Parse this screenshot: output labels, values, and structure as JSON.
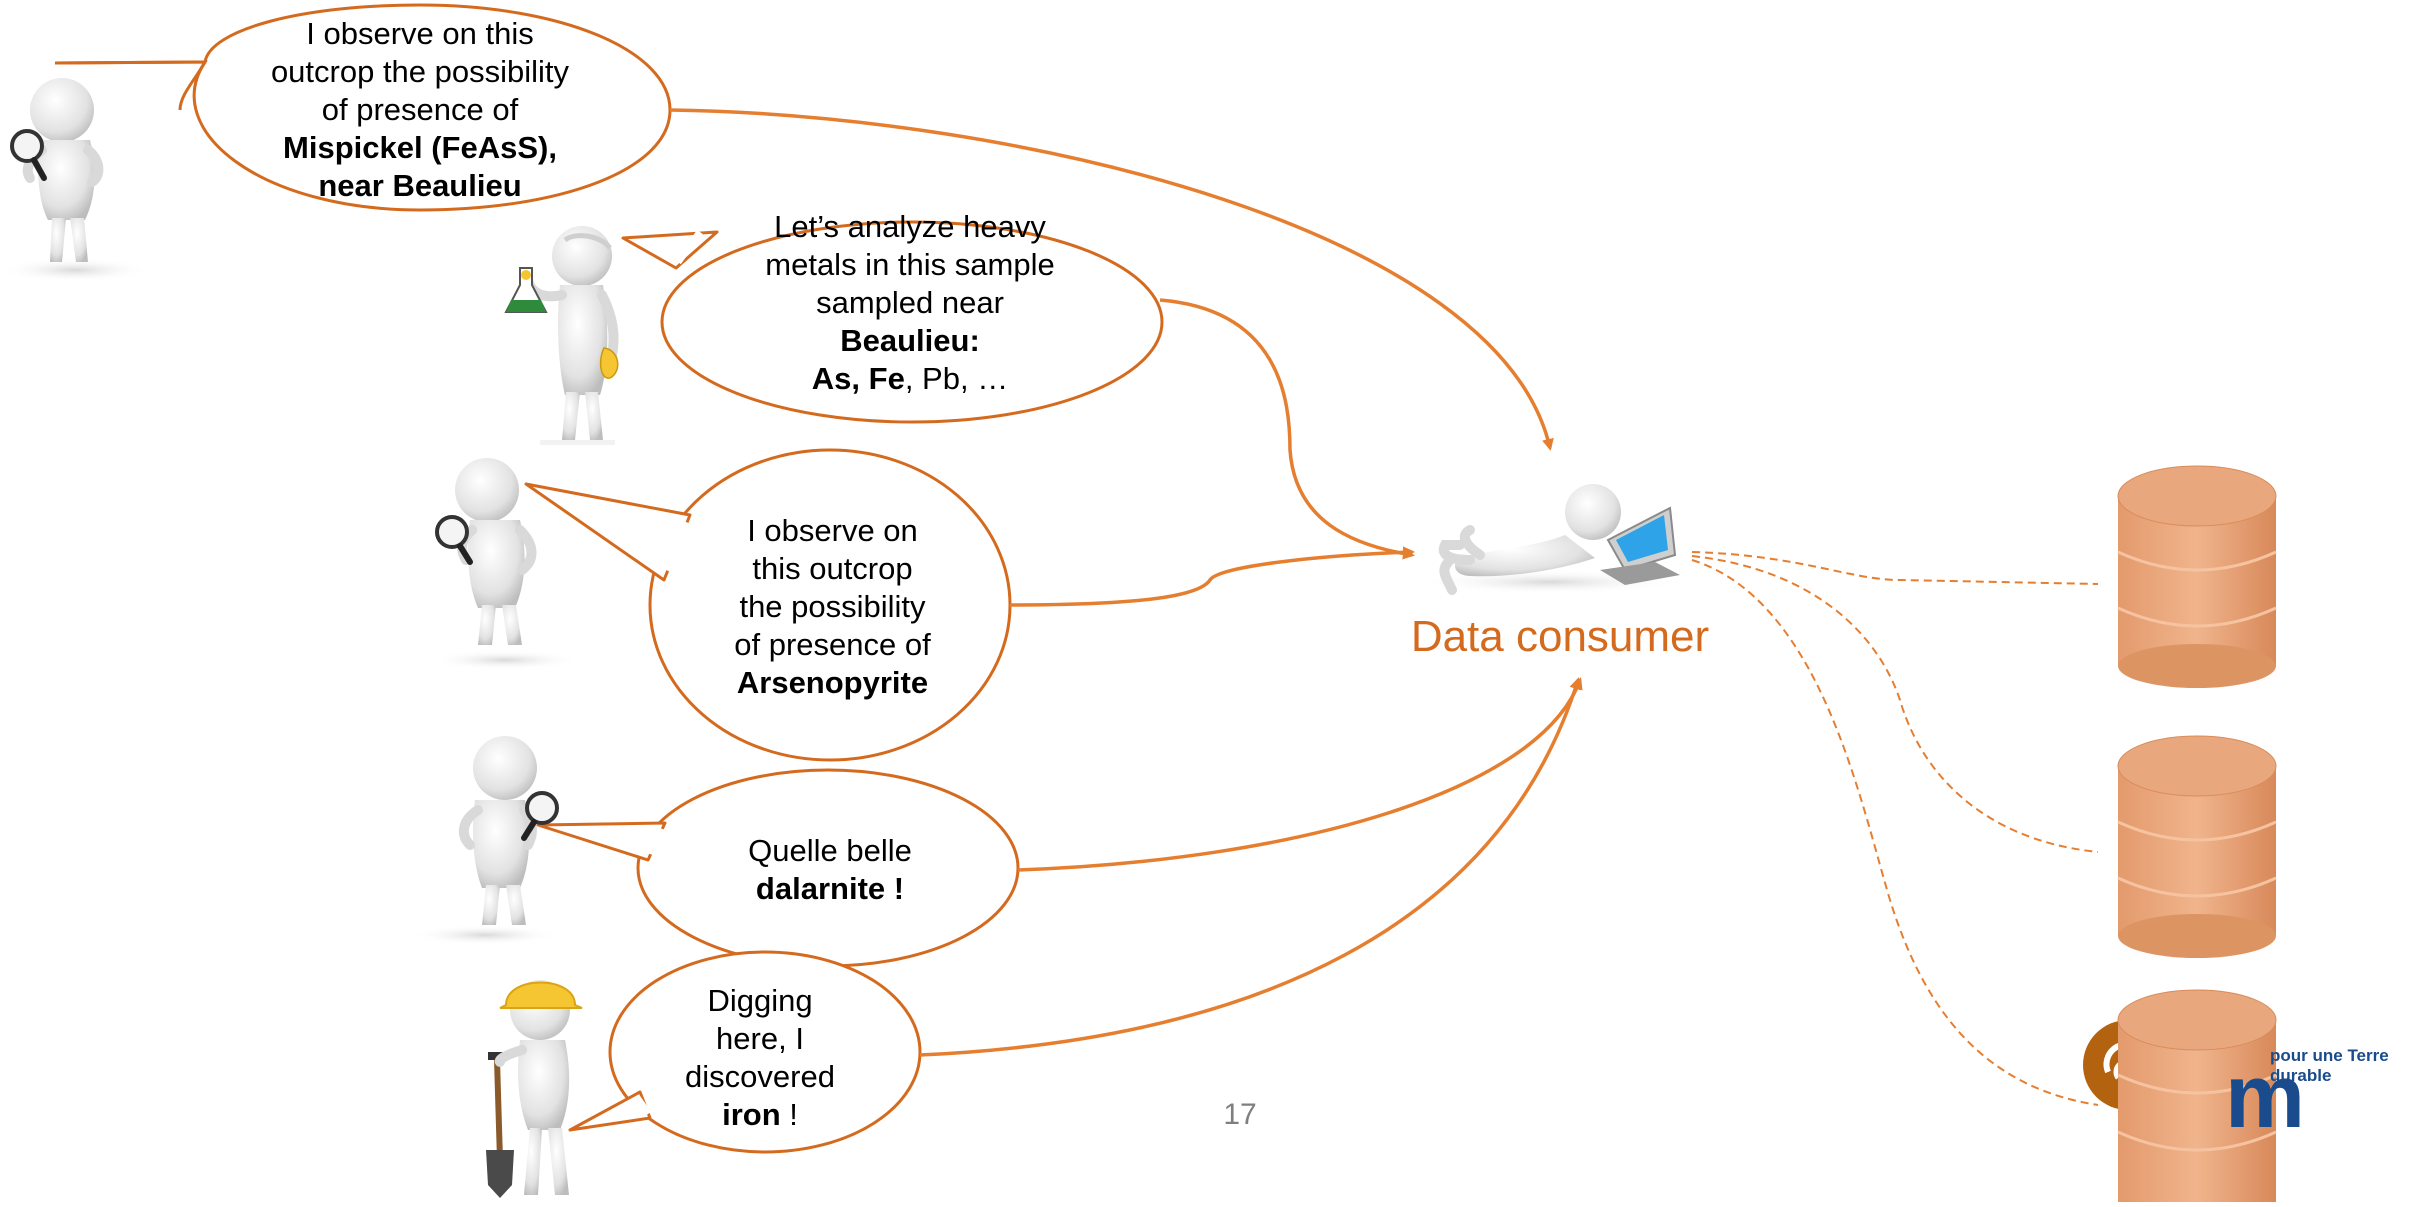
{
  "bubbles": [
    {
      "id": "geologist-1",
      "lines": [
        {
          "text": "I observe on this",
          "bold": false
        },
        {
          "text": "outcrop the possibility",
          "bold": false
        },
        {
          "text": "of presence of",
          "bold": false
        },
        {
          "text": "Mispickel (FeAsS),",
          "bold": true
        },
        {
          "text": "near Beaulieu",
          "bold": true
        }
      ]
    },
    {
      "id": "chemist",
      "lines": [
        {
          "text": "Let’s analyze heavy",
          "bold": false
        },
        {
          "text": "metals in this sample",
          "bold": false
        },
        {
          "text": "sampled near",
          "bold": false
        },
        {
          "text": "Beaulieu:",
          "bold": true
        },
        {
          "parts": [
            {
              "text": "As, Fe",
              "bold": true
            },
            {
              "text": ", Pb, …",
              "bold": false
            }
          ]
        }
      ]
    },
    {
      "id": "geologist-2",
      "lines": [
        {
          "text": "I observe on",
          "bold": false
        },
        {
          "text": "this outcrop",
          "bold": false
        },
        {
          "text": "the possibility",
          "bold": false
        },
        {
          "text": "of presence of",
          "bold": false
        },
        {
          "text": "Arsenopyrite",
          "bold": true
        }
      ]
    },
    {
      "id": "geologist-3",
      "lines": [
        {
          "text": "Quelle belle",
          "bold": false
        },
        {
          "text": "dalarnite !",
          "bold": true
        }
      ]
    },
    {
      "id": "miner",
      "lines": [
        {
          "text": "Digging",
          "bold": false
        },
        {
          "text": "here, I",
          "bold": false
        },
        {
          "text": "discovered",
          "bold": false
        },
        {
          "parts": [
            {
              "text": "iron",
              "bold": true
            },
            {
              "text": " !",
              "bold": false
            }
          ]
        }
      ]
    }
  ],
  "consumer": {
    "label": "Data consumer"
  },
  "page_number": "17",
  "logo": {
    "tagline": "pour une Terre durable",
    "letter": "m"
  },
  "colors": {
    "accent": "#d46a1e",
    "arrow": "#e67e30",
    "database": "#e8a77c",
    "database_dark": "#d98c5a",
    "figure": "#e6e6e6",
    "laptop_screen": "#2ea3e8",
    "helmet": "#f6c632",
    "logo_brown": "#b3620f",
    "logo_blue": "#1a4b8c"
  }
}
